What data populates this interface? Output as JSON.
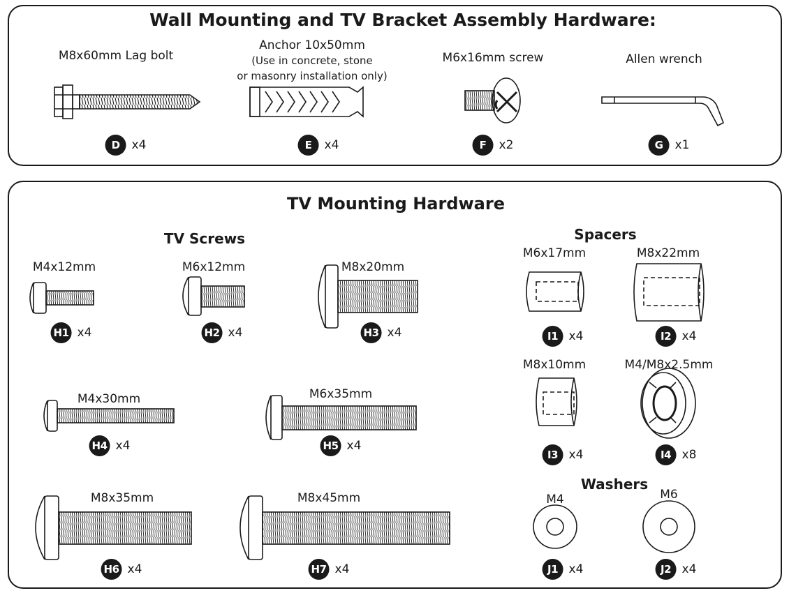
{
  "wall_section": {
    "title": "Wall Mounting and TV Bracket Assembly Hardware:",
    "items": [
      {
        "id": "D",
        "label": "M8x60mm Lag bolt",
        "qty": "x4"
      },
      {
        "id": "E",
        "label": "Anchor 10x50mm",
        "note1": "(Use in concrete, stone",
        "note2": "or masonry installation only)",
        "qty": "x4"
      },
      {
        "id": "F",
        "label": "M6x16mm screw",
        "qty": "x2"
      },
      {
        "id": "G",
        "label": "Allen wrench",
        "qty": "x1"
      }
    ]
  },
  "tv_section": {
    "title": "TV Mounting Hardware",
    "screws_heading": "TV Screws",
    "spacers_heading": "Spacers",
    "washers_heading": "Washers",
    "screws": [
      {
        "id": "H1",
        "label": "M4x12mm",
        "qty": "x4"
      },
      {
        "id": "H2",
        "label": "M6x12mm",
        "qty": "x4"
      },
      {
        "id": "H3",
        "label": "M8x20mm",
        "qty": "x4"
      },
      {
        "id": "H4",
        "label": "M4x30mm",
        "qty": "x4"
      },
      {
        "id": "H5",
        "label": "M6x35mm",
        "qty": "x4"
      },
      {
        "id": "H6",
        "label": "M8x35mm",
        "qty": "x4"
      },
      {
        "id": "H7",
        "label": "M8x45mm",
        "qty": "x4"
      }
    ],
    "spacers": [
      {
        "id": "I1",
        "label": "M6x17mm",
        "qty": "x4"
      },
      {
        "id": "I2",
        "label": "M8x22mm",
        "qty": "x4"
      },
      {
        "id": "I3",
        "label": "M8x10mm",
        "qty": "x4"
      },
      {
        "id": "I4",
        "label": "M4/M8x2.5mm",
        "qty": "x8"
      }
    ],
    "washers": [
      {
        "id": "J1",
        "label": "M4",
        "qty": "x4"
      },
      {
        "id": "J2",
        "label": "M6",
        "qty": "x4"
      }
    ]
  }
}
